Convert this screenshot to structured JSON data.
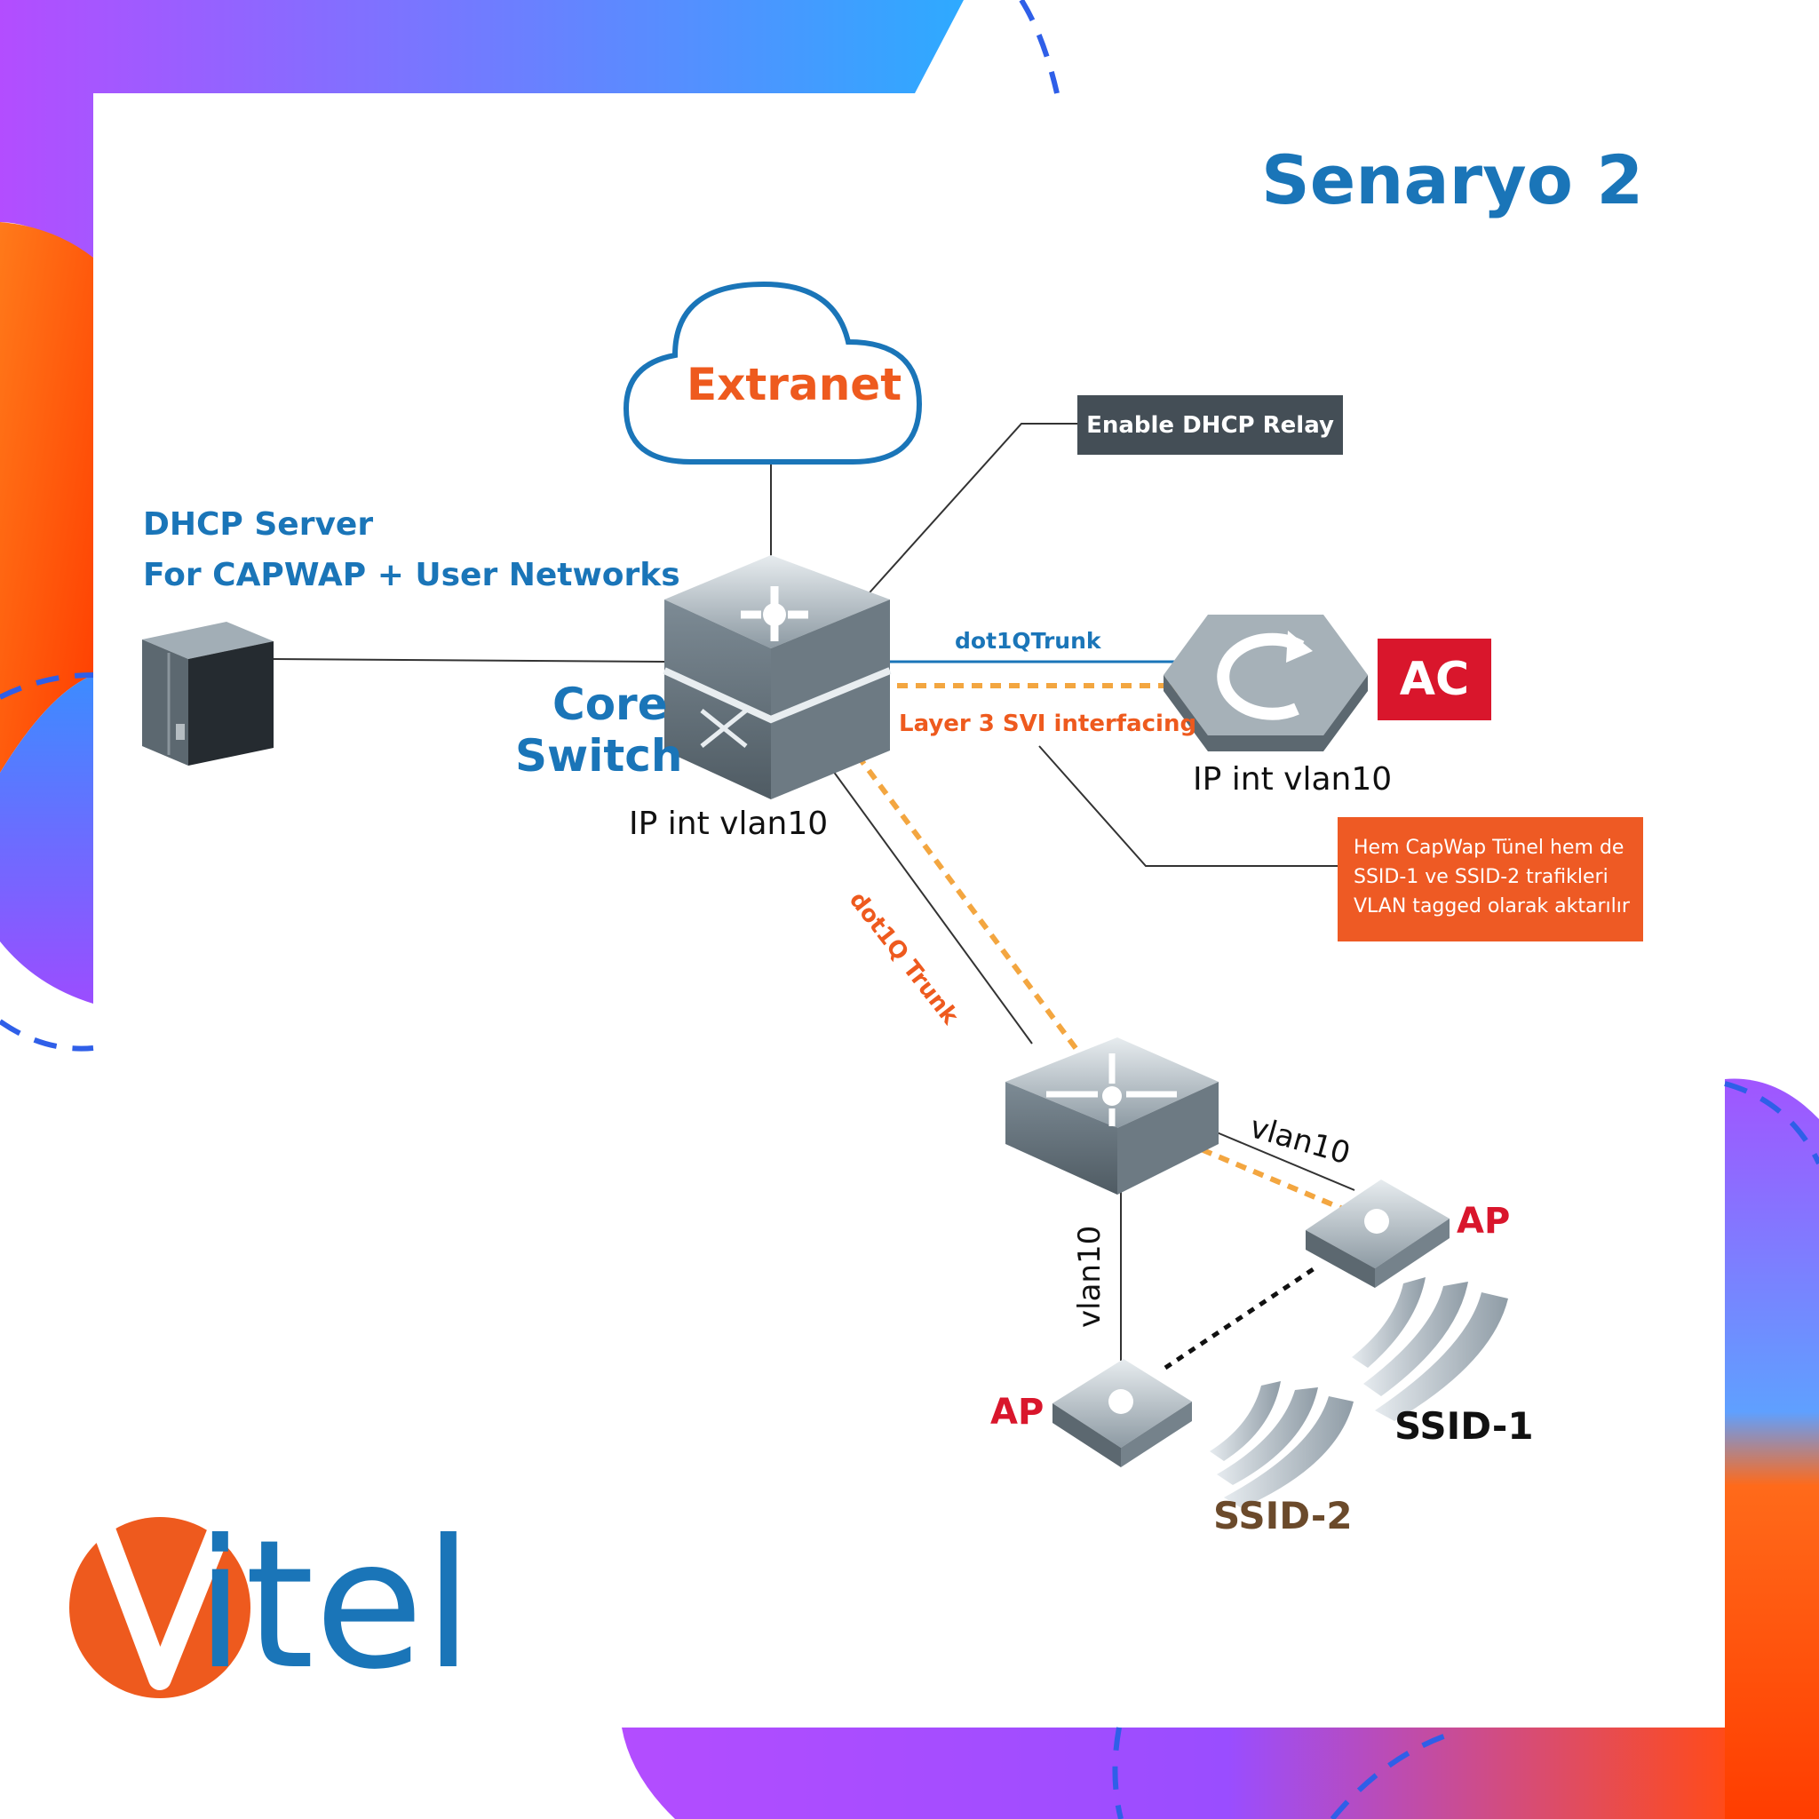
{
  "title": "Senaryo 2",
  "cloud": {
    "label": "Extranet"
  },
  "dhcp_server": {
    "line1": "DHCP Server",
    "line2": "For CAPWAP + User Networks"
  },
  "core_switch": {
    "line1": "Core",
    "line2": "Switch",
    "ip": "IP int vlan10"
  },
  "relay_box": {
    "text": "Enable DHCP Relay"
  },
  "ac": {
    "badge": "AC",
    "ip": "IP int vlan10"
  },
  "links": {
    "core_ac": "dot1QTrunk",
    "svi": "Layer 3 SVI interfacing",
    "core_access": "dot1Q Trunk",
    "access_ap1": "vlan10",
    "access_ap2": "vlan10"
  },
  "note": {
    "lines": [
      "Hem CapWap Tünel hem de",
      "SSID-1 ve SSID-2 trafikleri",
      "VLAN tagged olarak aktarılır"
    ]
  },
  "aps": [
    {
      "label": "AP"
    },
    {
      "label": "AP"
    }
  ],
  "ssids": {
    "ssid1": "SSID-1",
    "ssid2": "SSID-2"
  },
  "logo": {
    "text": "vitel",
    "rest": "itel"
  },
  "colors": {
    "brand_blue": "#1a75b8",
    "brand_orange": "#ee5a1e",
    "ac_red": "#d9162c",
    "trunk_dash": "#f3a640",
    "relay_bg": "#444e56",
    "note_bg": "#ee5a24"
  }
}
